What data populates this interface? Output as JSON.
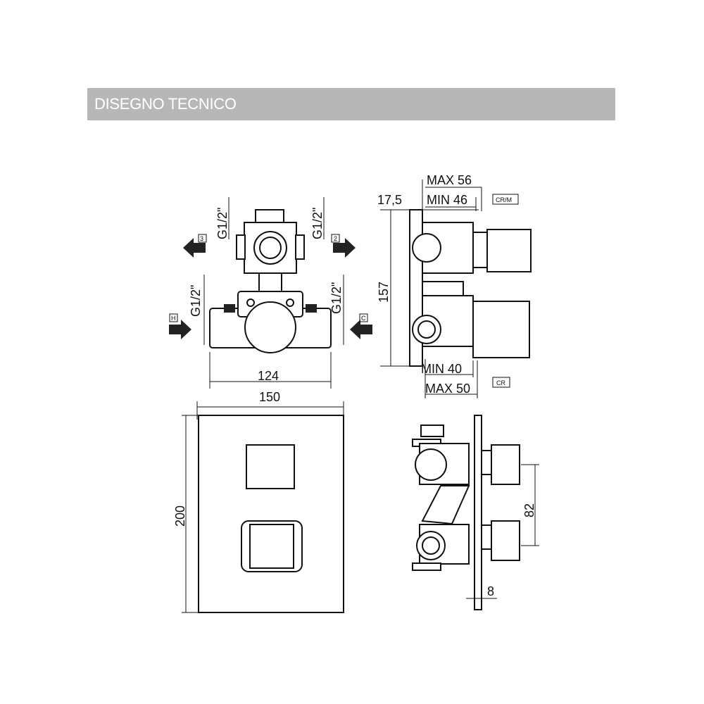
{
  "header": {
    "title": "DISEGNO TECNICO"
  },
  "front_view": {
    "thread_labels": [
      "G1/2\"",
      "G1/2\"",
      "G1/2\"",
      "G1/2\""
    ],
    "port_labels": {
      "outlet_left": "3",
      "outlet_right": "2",
      "inlet_hot": "H",
      "inlet_cold": "C"
    },
    "width_dim": "124"
  },
  "side_view": {
    "max_depth_top": "MAX 56",
    "min_depth_top": "MIN 46",
    "offset_dim": "17,5",
    "finish_tag_top": "CR/M",
    "height_dim": "157",
    "min_depth_bottom": "MIN 40",
    "max_depth_bottom": "MAX 50",
    "finish_tag_bottom": "CR"
  },
  "plate_view": {
    "width_dim": "150",
    "height_dim": "200"
  },
  "installed_view": {
    "spacing_dim": "82",
    "plate_thickness_dim": "8"
  }
}
